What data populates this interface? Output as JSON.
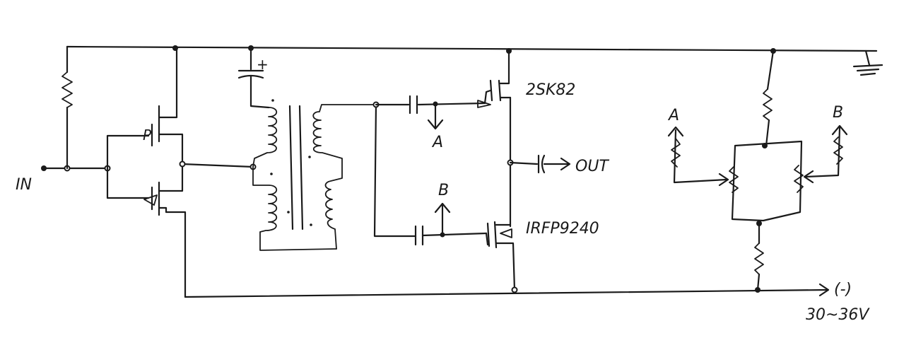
{
  "labels": {
    "input": "IN",
    "output": "OUT",
    "n_mosfet": "2SK82",
    "p_mosfet": "IRFP9240",
    "node_a": "A",
    "node_b": "B",
    "node_a_pot": "A",
    "node_b_pot": "B",
    "negative_rail": "(-)",
    "supply_voltage": "30~36V",
    "driver_p": "P",
    "capacitor_plus": "+"
  }
}
